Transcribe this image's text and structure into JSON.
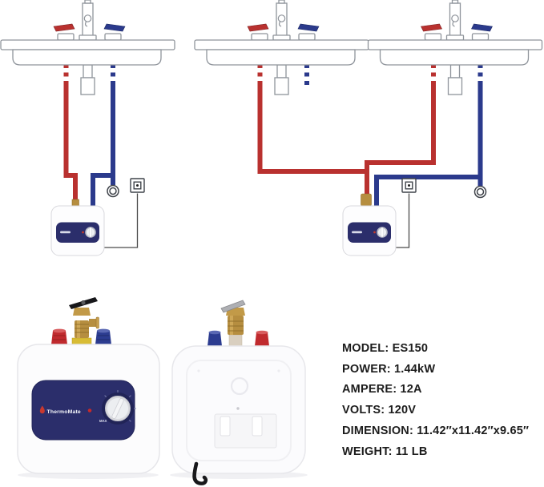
{
  "colors": {
    "hot_red": "#b9312f",
    "cold_blue": "#2b3a8c",
    "panel_navy": "#2b2e6b",
    "brass": "#b68e40",
    "line_gray": "#8f949b",
    "text_dark": "#1c1c1c",
    "indicator_red": "#c62a2a",
    "fitting_red": "#c02a2e",
    "fitting_blue": "#2c3c90"
  },
  "brand": {
    "logo_text": "ThermoMate",
    "dial_max_label": "MAX"
  },
  "specs": {
    "lines": [
      "MODEL: ES150",
      "POWER: 1.44kW",
      "AMPERE: 12A",
      "VOLTS: 120V",
      "DIMENSION: 11.42″x11.42″x9.65″",
      "WEIGHT: 11 LB"
    ]
  }
}
